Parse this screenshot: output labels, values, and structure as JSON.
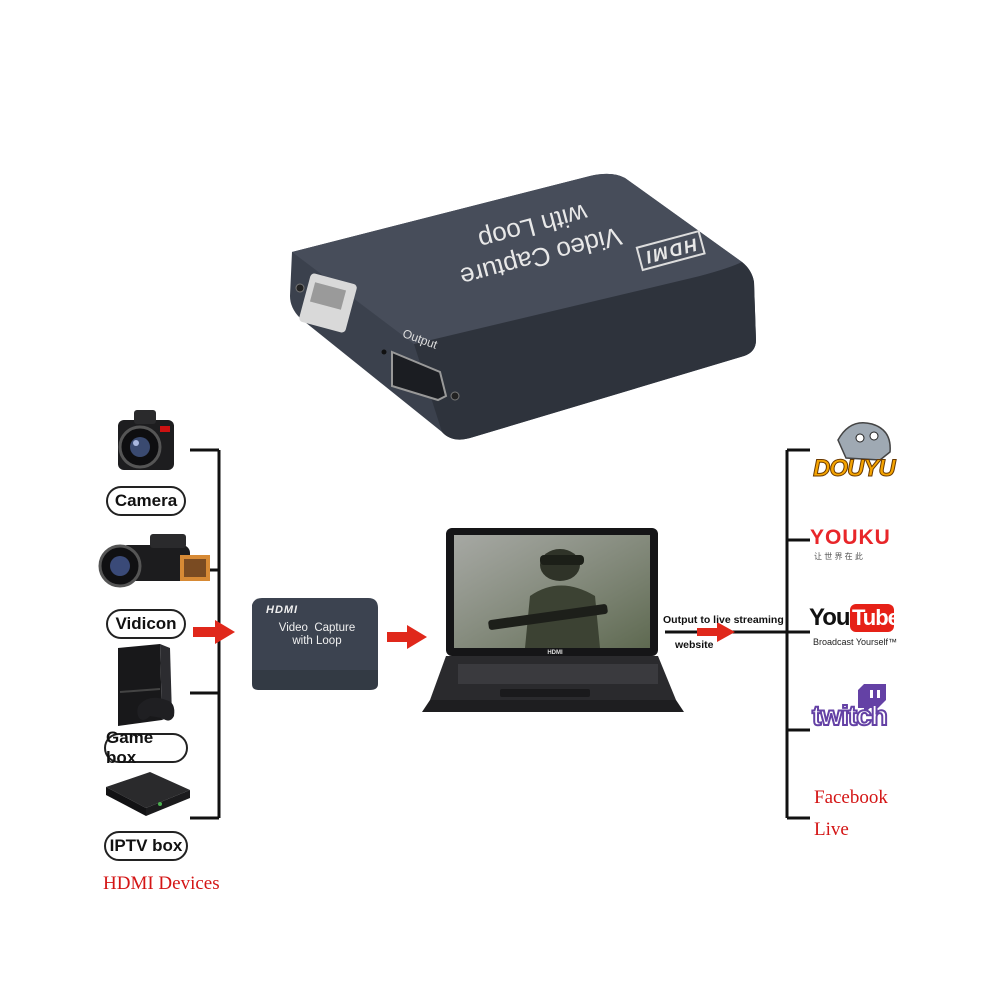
{
  "device": {
    "brand": "HDMI",
    "title_line1": "Video  Capture",
    "title_line2": "with Loop",
    "port_output": "Output"
  },
  "inputs": {
    "items": [
      {
        "label": "Camera"
      },
      {
        "label": "Vidicon"
      },
      {
        "label": "Game box"
      },
      {
        "label": "IPTV box"
      }
    ],
    "caption": "HDMI Devices"
  },
  "laptop": {
    "brand": "HDMI"
  },
  "stream_caption": {
    "line1": "Output to live streaming",
    "line2": "website"
  },
  "platforms": {
    "douyu": "DOUYU",
    "youku": "YOUKU",
    "youku_sub": "让 世 界 在 此",
    "youtube_you": "You",
    "youtube_tube": "Tube",
    "youtube_sub": "Broadcast Yourself™",
    "twitch": "twitch",
    "facebook_line1": "Facebook",
    "facebook_line2": "Live"
  },
  "colors": {
    "arrow": "#e0281b",
    "caption_red": "#d41515",
    "device_body": "#3a3f4b",
    "youtube_red": "#e62117",
    "twitch_purple": "#6441a5",
    "douyu_orange": "#f5a400",
    "youku_red": "#e8262a",
    "youku_blue": "#1f9ad6"
  }
}
